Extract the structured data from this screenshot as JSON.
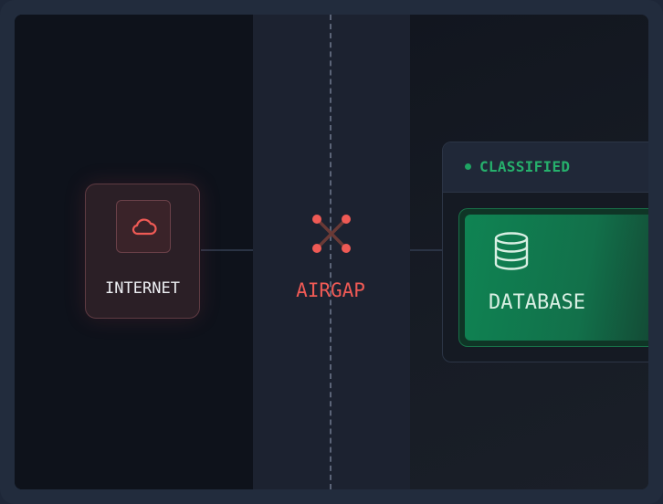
{
  "diagram": {
    "nodes": {
      "internet": {
        "label": "INTERNET",
        "icon": "cloud-icon",
        "accent": "#ef5a55"
      },
      "airgap": {
        "label": "AIRGAP",
        "icon": "disconnected-icon",
        "accent": "#ef5a55"
      },
      "classified_zone": {
        "title": "CLASSIFIED",
        "accent": "#26b06c",
        "database": {
          "label": "DATABASE",
          "icon": "database-icon"
        }
      }
    }
  }
}
